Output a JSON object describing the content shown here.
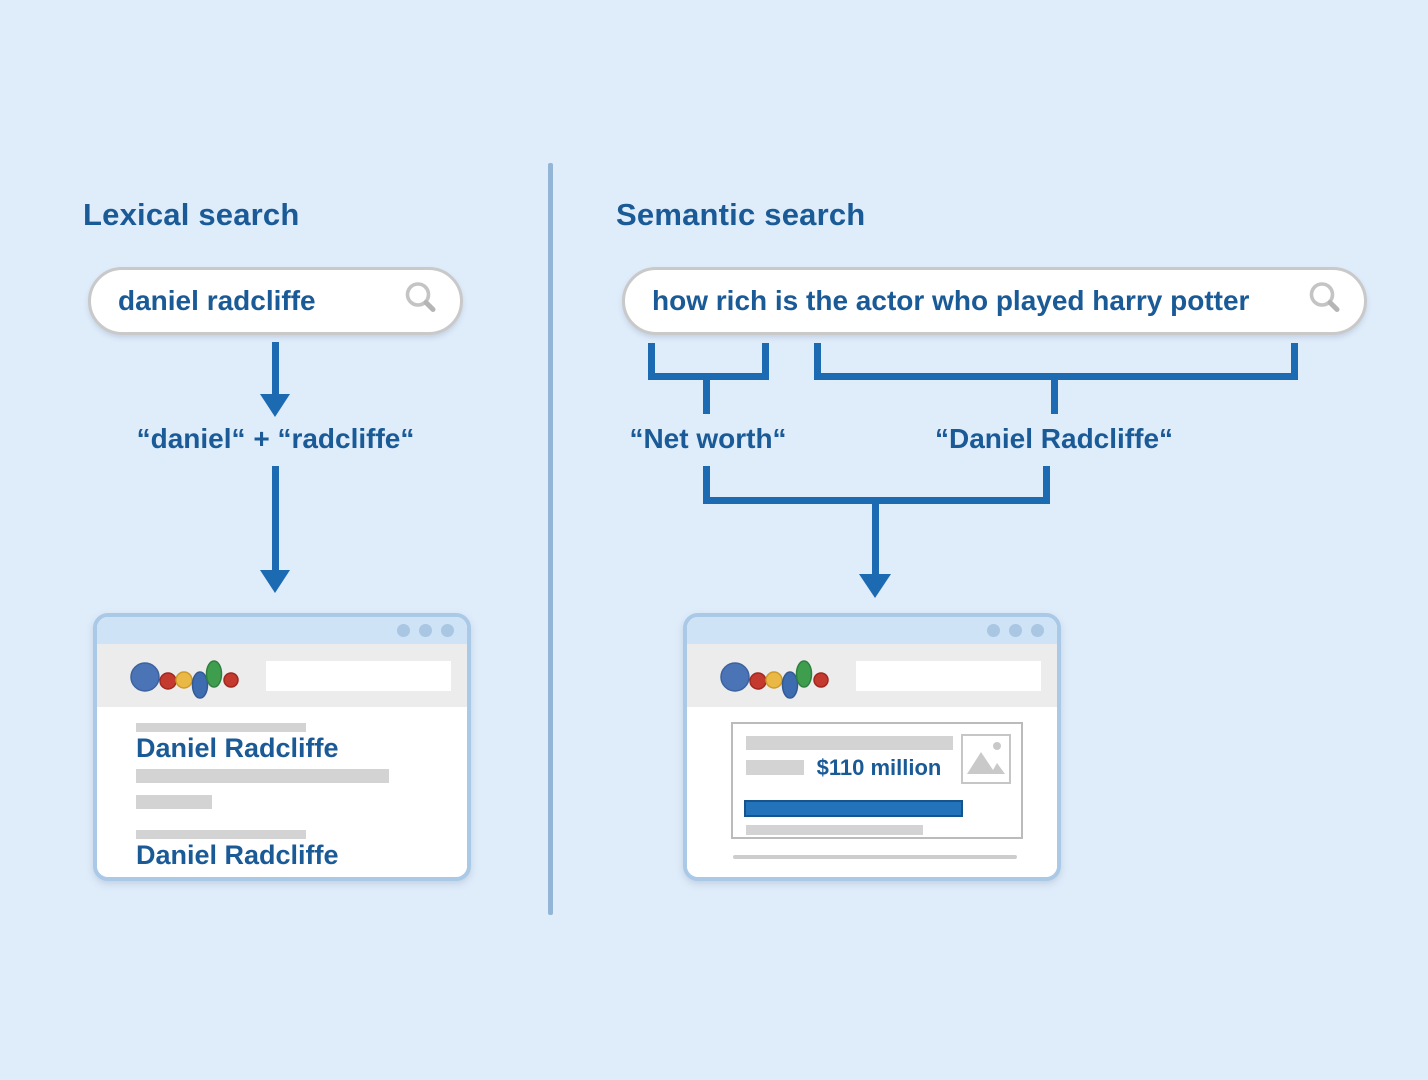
{
  "left": {
    "title": "Lexical search",
    "query": "daniel radcliffe",
    "tokens": "“daniel“ + “radcliffe“",
    "result_title_1": "Daniel Radcliffe",
    "result_title_2": "Daniel Radcliffe"
  },
  "right": {
    "title": "Semantic search",
    "query": "how rich is the actor who played harry potter",
    "concept_1": "“Net worth“",
    "concept_2": "“Daniel Radcliffe“",
    "answer": "$110 million"
  },
  "icons": {
    "search": "magnifying-glass",
    "window_controls": "three-dots",
    "browser_logo": "google-style-dots",
    "image_placeholder": "picture-glyph"
  },
  "colors": {
    "background": "#dfecfa",
    "text_blue": "#1a5a96",
    "line_blue": "#1c6ab2",
    "divider": "#93b5d6",
    "window_border": "#a9c9e7",
    "titlebar": "#cfe3f7",
    "header_gray": "#ececec",
    "placeholder_gray": "#d3d3d3",
    "highlight_bar": "#2273ba",
    "logo_blue": "#4a74b6",
    "logo_red": "#c53a2e",
    "logo_yellow": "#eab844",
    "logo_green": "#3f9e4e"
  }
}
